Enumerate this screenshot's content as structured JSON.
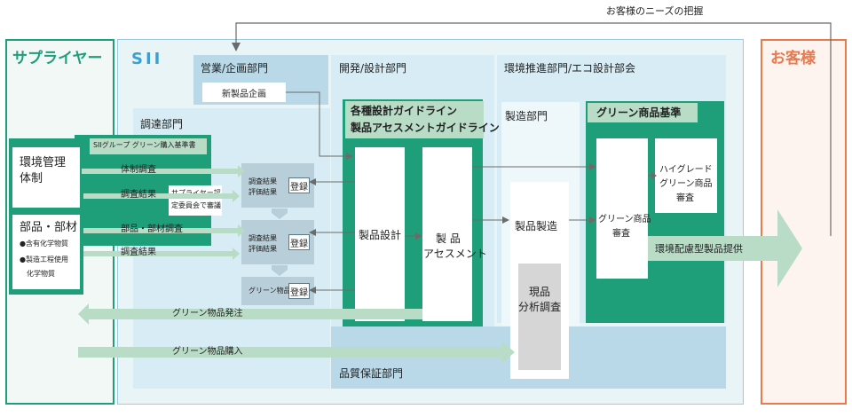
{
  "top_arrow_label": "お客様のニーズの把握",
  "supplier": {
    "title": "サプライヤー"
  },
  "customer": {
    "title": "お客様"
  },
  "sii": {
    "title": "SII",
    "sales_dept": {
      "label": "営業/企画部門",
      "new_product": "新製品企画"
    },
    "procurement_dept": {
      "label": "調達部門"
    },
    "dev_dept": {
      "label": "開発/設計部門",
      "guideline_line1": "各種設計ガイドライン",
      "guideline_line2": "製品アセスメントガイドライン",
      "design": "製品設計",
      "assessment_line1": "製 品",
      "assessment_line2": "アセスメント"
    },
    "env_dept": {
      "label": "環境推進部門/エコ設計部会",
      "standard": "グリーン商品基準",
      "green_review_line1": "グリーン商品",
      "green_review_line2": "審査",
      "high_grade_line1": "ハイグレード",
      "high_grade_line2": "グリーン商品",
      "high_grade_line3": "審査"
    },
    "mfg_dept": {
      "label": "製造部門",
      "production": "製品製造",
      "analysis_line1": "現品",
      "analysis_line2": "分析調査"
    },
    "qa_dept": {
      "label": "品質保証部門"
    }
  },
  "supplier_boxes": {
    "env_mgmt_line1": "環境管理",
    "env_mgmt_line2": "体制",
    "parts_title": "部品・部材",
    "parts_item1": "●含有化学物質",
    "parts_item2": "●製造工程使用",
    "parts_item3": "化学物質"
  },
  "procurement": {
    "standard": "SIIグループ グリーン購入基準書",
    "survey_system": "体制調査",
    "survey_result1": "調査結果",
    "parts_survey": "部品・部材調査",
    "survey_result2": "調査結果",
    "committee_line1": "サプライヤー認",
    "committee_line2": "定委員会で審議",
    "eval1_line1": "調査結果",
    "eval1_line2": "評価結果",
    "eval2_line1": "調査結果",
    "eval2_line2": "評価結果",
    "green_parts": "グリーン物品",
    "register1": "登録",
    "register2": "登録",
    "register3": "登録"
  },
  "flows": {
    "green_order": "グリーン物品発注",
    "green_purchase": "グリーン物品購入",
    "eco_product": "環境配慮型製品提供"
  },
  "colors": {
    "supplier": "#1e9e79",
    "customer": "#e87a4e",
    "sii_title": "#3aa0d0",
    "green": "#1e9e79",
    "mint": "#b8dcc6",
    "light_blue": "#d7ecf4"
  }
}
